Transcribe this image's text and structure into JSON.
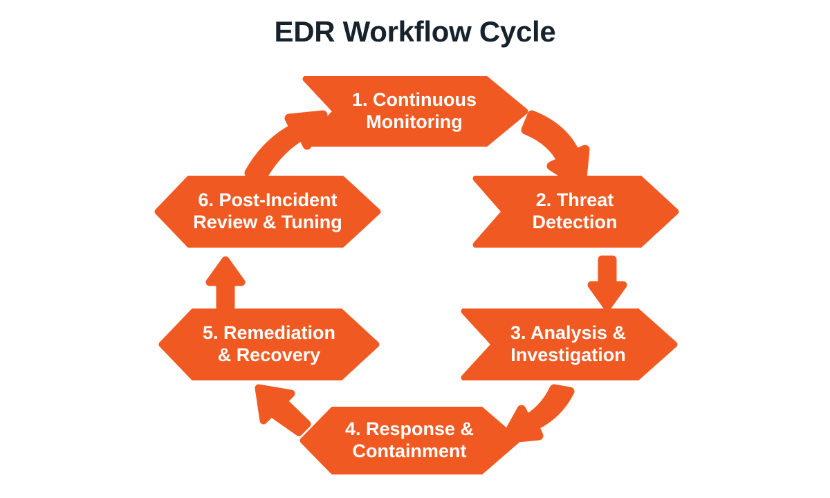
{
  "page": {
    "background_color": "#ffffff",
    "title": "EDR Workflow Cycle",
    "title_color": "#16222c",
    "accent_color": "#F05A22",
    "node_text_color": "#ffffff"
  },
  "diagram": {
    "type": "cycle",
    "node_count": 6,
    "nodes": [
      {
        "id": "node-1",
        "number": "1.",
        "label": "1. Continuous\nMonitoring",
        "line1": "1. Continuous",
        "line2": "Monitoring",
        "shape": "chevron-right",
        "position": "top"
      },
      {
        "id": "node-2",
        "number": "2.",
        "label": "2. Threat\nDetection",
        "line1": "2. Threat",
        "line2": "Detection",
        "shape": "chevron-right",
        "position": "right-upper"
      },
      {
        "id": "node-3",
        "number": "3.",
        "label": "3. Analysis &\nInvestigation",
        "line1": "3. Analysis &",
        "line2": "Investigation",
        "shape": "chevron-right",
        "position": "right-lower"
      },
      {
        "id": "node-4",
        "number": "4.",
        "label": "4. Response &\nContainment",
        "line1": "4. Response &",
        "line2": "Containment",
        "shape": "hexagon",
        "position": "bottom"
      },
      {
        "id": "node-5",
        "number": "5.",
        "label": "5. Remediation\n& Recovery",
        "line1": "5. Remediation",
        "line2": "& Recovery",
        "shape": "hexagon",
        "position": "left-lower"
      },
      {
        "id": "node-6",
        "number": "6.",
        "label": "6. Post-Incident\nReview & Tuning",
        "line1": "6. Post-Incident",
        "line2": "Review & Tuning",
        "shape": "hexagon",
        "position": "left-upper"
      }
    ],
    "connectors": [
      {
        "id": "arrow-1-2",
        "from": "node-1",
        "to": "node-2",
        "style": "curved",
        "direction": "down-right"
      },
      {
        "id": "arrow-2-3",
        "from": "node-2",
        "to": "node-3",
        "style": "straight",
        "direction": "down"
      },
      {
        "id": "arrow-3-4",
        "from": "node-3",
        "to": "node-4",
        "style": "curved",
        "direction": "down-left"
      },
      {
        "id": "arrow-4-5",
        "from": "node-4",
        "to": "node-5",
        "style": "straight",
        "direction": "up-left"
      },
      {
        "id": "arrow-5-6",
        "from": "node-5",
        "to": "node-6",
        "style": "straight",
        "direction": "up"
      },
      {
        "id": "arrow-6-1",
        "from": "node-6",
        "to": "node-1",
        "style": "curved",
        "direction": "up-right"
      }
    ]
  }
}
